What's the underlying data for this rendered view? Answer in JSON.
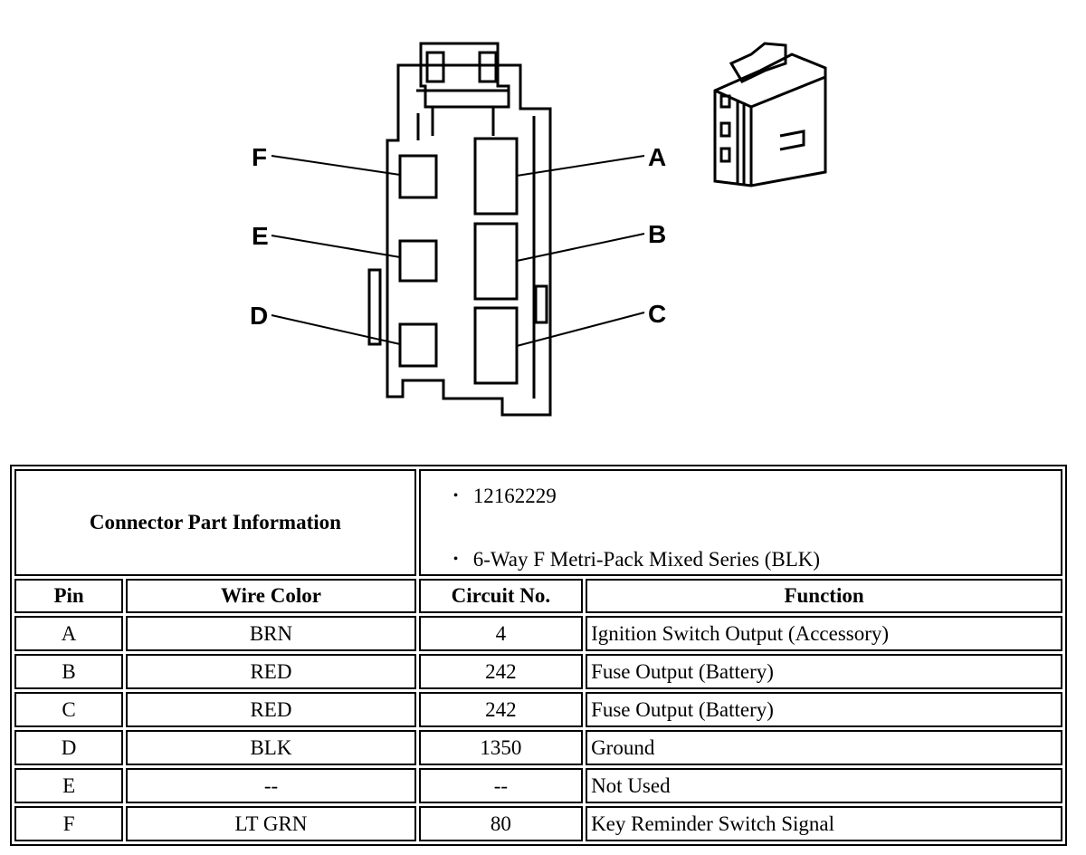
{
  "diagram": {
    "pin_labels": [
      "A",
      "B",
      "C",
      "D",
      "E",
      "F"
    ]
  },
  "table": {
    "header_label": "Connector Part Information",
    "part_info": [
      "12162229",
      "6-Way F Metri-Pack Mixed Series (BLK)"
    ],
    "columns": [
      "Pin",
      "Wire Color",
      "Circuit No.",
      "Function"
    ],
    "rows": [
      {
        "pin": "A",
        "wire_color": "BRN",
        "circuit": "4",
        "function": "Ignition Switch Output (Accessory)"
      },
      {
        "pin": "B",
        "wire_color": "RED",
        "circuit": "242",
        "function": "Fuse Output (Battery)"
      },
      {
        "pin": "C",
        "wire_color": "RED",
        "circuit": "242",
        "function": "Fuse Output (Battery)"
      },
      {
        "pin": "D",
        "wire_color": "BLK",
        "circuit": "1350",
        "function": "Ground"
      },
      {
        "pin": "E",
        "wire_color": "--",
        "circuit": "--",
        "function": "Not Used"
      },
      {
        "pin": "F",
        "wire_color": "LT GRN",
        "circuit": "80",
        "function": "Key Reminder Switch Signal"
      }
    ]
  }
}
